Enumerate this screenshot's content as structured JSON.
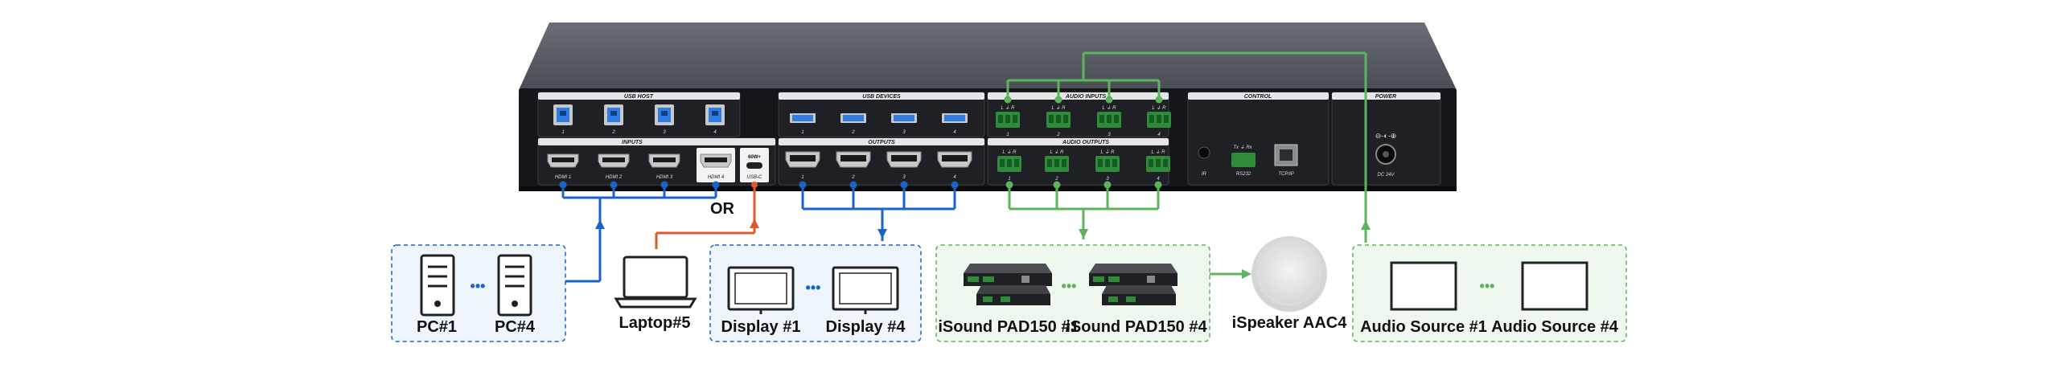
{
  "device": {
    "sections": {
      "usb_host": "USB HOST",
      "usb_devices": "USB DEVICES",
      "audio_inputs": "AUDIO INPUTS",
      "audio_outputs": "AUDIO OUTPUTS",
      "inputs": "INPUTS",
      "outputs": "OUTPUTS",
      "control": "CONTROL",
      "power": "POWER"
    },
    "usb_host_ports": [
      "1",
      "2",
      "3",
      "4"
    ],
    "usb_device_ports": [
      "1",
      "2",
      "3",
      "4"
    ],
    "input_ports": [
      "HDMI 1",
      "HDMI 2",
      "HDMI 3",
      "HDMI 4",
      "USB-C"
    ],
    "usbc_badge": "60W+",
    "output_ports": [
      "1",
      "2",
      "3",
      "4"
    ],
    "audio_input_ports": [
      "1",
      "2",
      "3",
      "4"
    ],
    "audio_output_ports": [
      "1",
      "2",
      "3",
      "4"
    ],
    "terminal_pins": "L ⏚ R",
    "control_ports": {
      "ir": "IR",
      "rs232": "RS232",
      "rs232_pins": "Tx ⏚ Rx",
      "tcpip": "TCP/IP"
    },
    "power_label": "DC 24V"
  },
  "diagram": {
    "or_label": "OR",
    "ellipsis": "•••",
    "groups": {
      "pcs": {
        "first": "PC#1",
        "last": "PC#4"
      },
      "laptop": {
        "label": "Laptop#5"
      },
      "displays": {
        "first": "Display #1",
        "last": "Display #4"
      },
      "amplifiers": {
        "first": "iSound PAD150 #1",
        "last": "iSound PAD150 #4"
      },
      "speaker": {
        "label": "iSpeaker AAC4"
      },
      "audio_sources": {
        "first": "Audio Source #1",
        "last": "Audio Source #4"
      }
    }
  },
  "colors": {
    "hdmi_line": "#1a63c9",
    "usbc_line": "#e0582d",
    "audio_line": "#5cb45c",
    "blue_box_fill": "#eef5fd",
    "green_box_fill": "#eef8ee",
    "chassis_top": "#5a5d65",
    "panel": "#15161a"
  }
}
